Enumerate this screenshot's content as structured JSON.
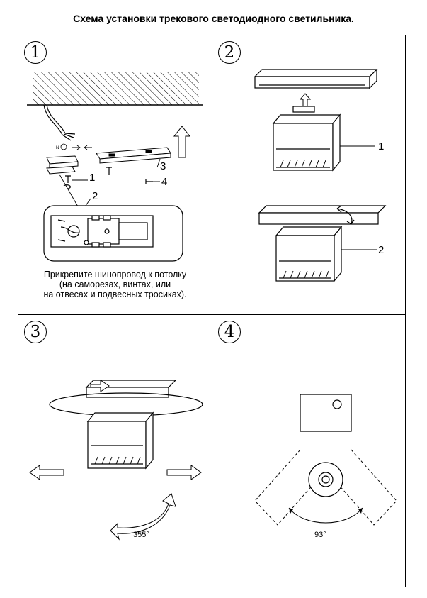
{
  "title": "Схема установки трекового светодиодного светильника.",
  "steps": [
    {
      "number": "1",
      "caption_lines": [
        "Прикрепите шинопровод к потолку",
        "(на саморезах, винтах, или",
        "на отвесах и подвесных тросиках)."
      ],
      "labels": [
        "1",
        "2",
        "3",
        "4"
      ]
    },
    {
      "number": "2",
      "labels": [
        "1",
        "2"
      ]
    },
    {
      "number": "3",
      "angle": "355°"
    },
    {
      "number": "4",
      "angle": "93°"
    }
  ]
}
